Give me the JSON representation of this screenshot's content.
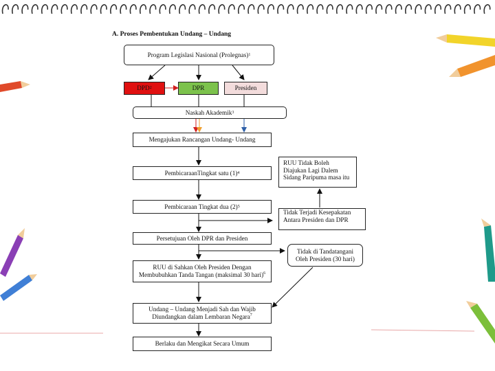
{
  "header": {
    "title": "A.  Proses Pembentukan Undang – Undang"
  },
  "nodes": {
    "prolegnas": "Program Legislasi Nasional (Prolegnas)",
    "prolegnas_sup": "1",
    "dpd": "DPD",
    "dpd_sup": "2",
    "dpr": "DPR",
    "presiden": "Presiden",
    "naskah": "Naskah Akademik",
    "naskah_sup": "3",
    "mengajukan": "Mengajukan Rancangan Undang- Undang",
    "tingkat1": "PembicaraanTingkat satu (1)",
    "tingkat1_sup": "4",
    "tingkat2": "Pembicaraan Tingkat dua (2)",
    "tingkat2_sup": "5",
    "persetujuan": "Persetujuan Oleh DPR dan Presiden",
    "ruu_sah_line1": "RUU di Sahkan Oleh Presiden Dengan",
    "ruu_sah_line2": "Membubuhkan Tanda Tangan (maksimal 30 hari)",
    "ruu_sah_sup": "6",
    "uu_sah_line1": "Undang – Undang  Menjadi Sah dan Wajib",
    "uu_sah_line2": "Diundangkan dalam Lembaran Negara",
    "uu_sah_sup": "7",
    "berlaku": "Berlaku dan Mengikat Secara Umum",
    "ruu_tidak_line1": "RUU Tidak Boleh",
    "ruu_tidak_line2": "Diajukan Lagi Dalem",
    "ruu_tidak_line3": "Sidang Paripuma masa itu",
    "tidak_sepakat_line1": "Tidak Terjadi Kesepakatan",
    "tidak_sepakat_line2": "Antara Presiden dan DPR",
    "tidak_ttd_line1": "Tidak di Tandatangani",
    "tidak_ttd_line2": "Oleh Presiden (30 hari)"
  },
  "colors": {
    "dpd_fill": "#e01010",
    "dpr_fill": "#7cc24c",
    "presiden_fill": "#f3dcdc",
    "arrow_red": "#d11f1f",
    "arrow_green": "#6aa83a",
    "arrow_orange": "#f0a030",
    "arrow_blue": "#2d5fa8"
  }
}
